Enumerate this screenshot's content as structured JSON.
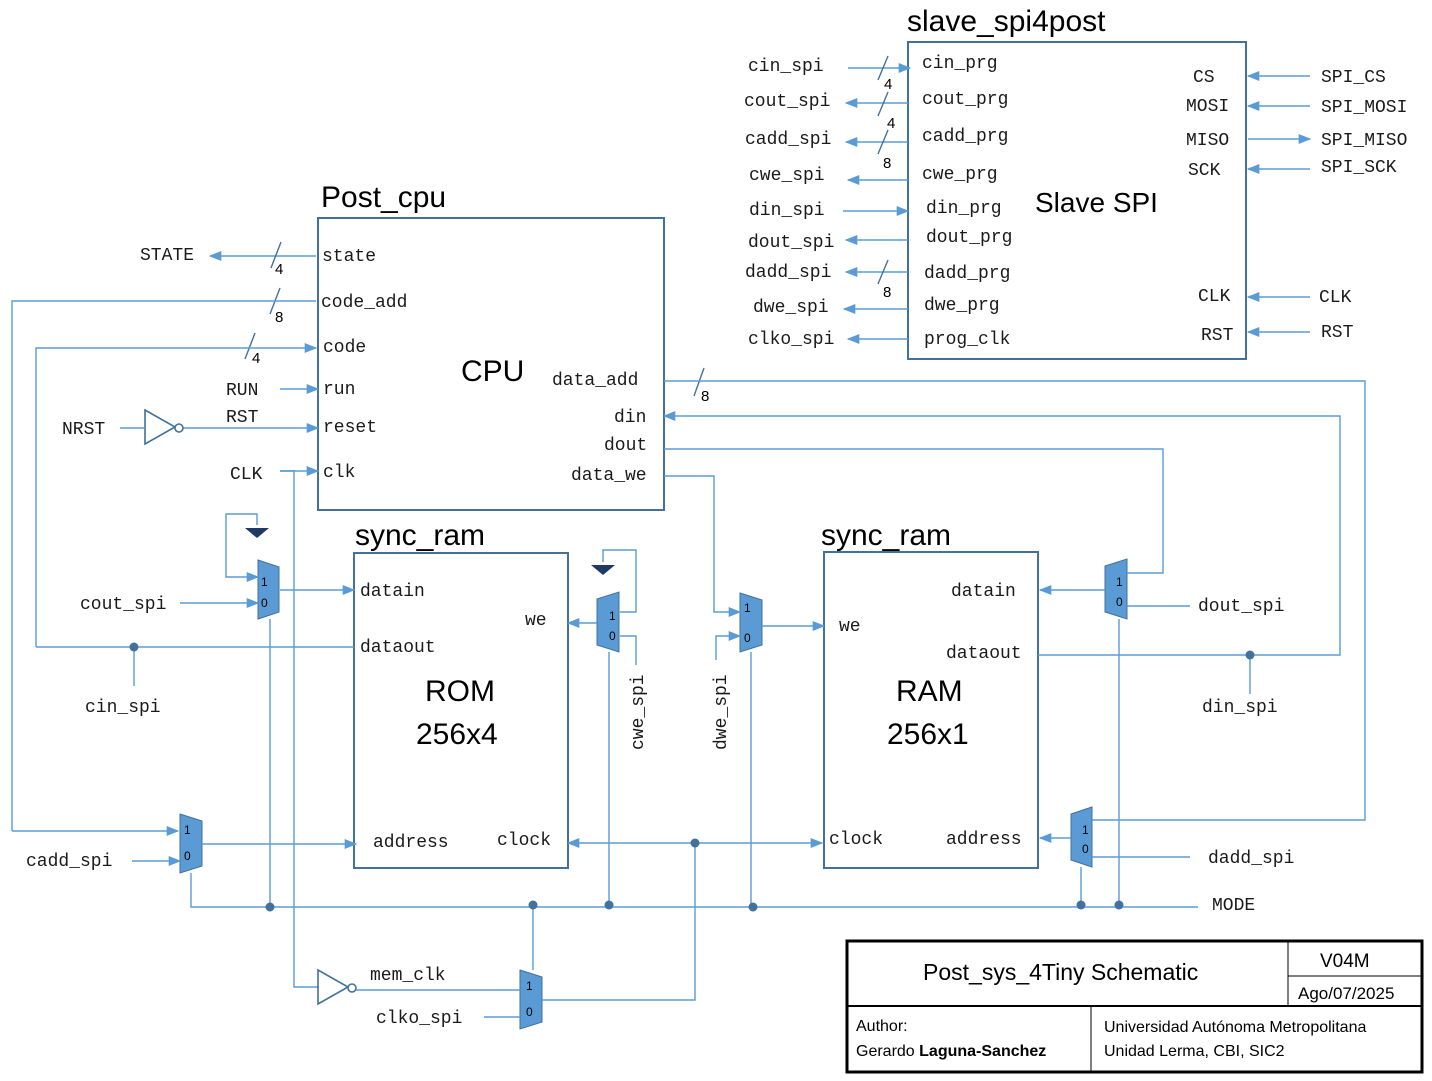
{
  "slave": {
    "title": "slave_spi4post",
    "center": "Slave SPI",
    "left_ports": [
      "cin_prg",
      "cout_prg",
      "cadd_prg",
      "cwe_prg",
      "din_prg",
      "dout_prg",
      "dadd_prg",
      "dwe_prg",
      "prog_clk"
    ],
    "left_signals": [
      "cin_spi",
      "cout_spi",
      "cadd_spi",
      "cwe_spi",
      "din_spi",
      "dout_spi",
      "dadd_spi",
      "dwe_spi",
      "clko_spi"
    ],
    "right_ports": [
      "CS",
      "MOSI",
      "MISO",
      "SCK",
      "CLK",
      "RST"
    ],
    "right_signals": [
      "SPI_CS",
      "SPI_MOSI",
      "SPI_MISO",
      "SPI_SCK",
      "CLK",
      "RST"
    ],
    "bus_widths": [
      "4",
      "4",
      "8",
      "8"
    ]
  },
  "cpu": {
    "title": "Post_cpu",
    "center": "CPU",
    "left_ports": [
      "state",
      "code_add",
      "code",
      "run",
      "reset",
      "clk"
    ],
    "right_ports": [
      "data_add",
      "din",
      "dout",
      "data_we"
    ],
    "bus_widths": [
      "4",
      "8",
      "4",
      "8"
    ],
    "inputs": {
      "state": "STATE",
      "run": "RUN",
      "rst": "RST",
      "nrst": "NRST",
      "clk": "CLK"
    }
  },
  "rom": {
    "title": "sync_ram",
    "center_line1": "ROM",
    "center_line2": "256x4",
    "ports": [
      "datain",
      "we",
      "dataout",
      "address",
      "clock"
    ]
  },
  "ram": {
    "title": "sync_ram",
    "center_line1": "RAM",
    "center_line2": "256x1",
    "ports": [
      "datain",
      "we",
      "dataout",
      "clock",
      "address"
    ]
  },
  "signals": {
    "cout_spi": "cout_spi",
    "cin_spi": "cin_spi",
    "cadd_spi": "cadd_spi",
    "cwe_spi": "cwe_spi",
    "dwe_spi": "dwe_spi",
    "dout_spi": "dout_spi",
    "din_spi": "din_spi",
    "dadd_spi": "dadd_spi",
    "mode": "MODE",
    "mem_clk": "mem_clk",
    "clko_spi": "clko_spi"
  },
  "mux": {
    "in1": "1",
    "in0": "0"
  },
  "title_block": {
    "title": "Post_sys_4Tiny Schematic",
    "version": "V04M",
    "date": "Ago/07/2025",
    "author_label": "Author:",
    "author_first": "Gerardo",
    "author_last": "Laguna-Sanchez",
    "institution": "Universidad Autónoma Metropolitana",
    "unit": "Unidad Lerma, CBI, SIC2"
  }
}
